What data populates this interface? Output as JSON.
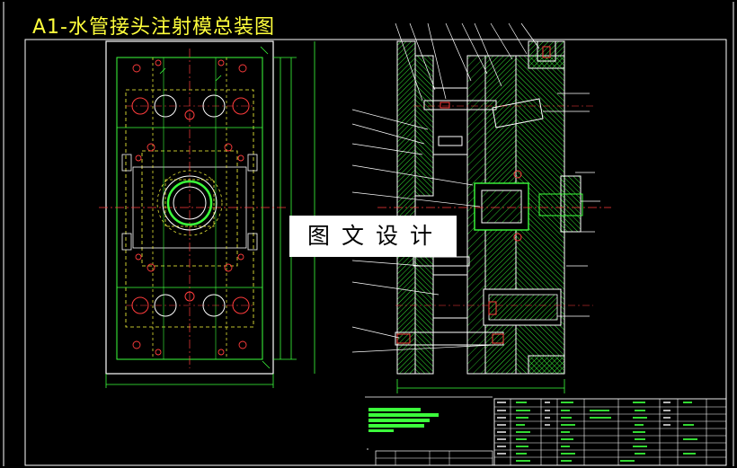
{
  "drawing": {
    "title": "A1-水管接头注射模总装图",
    "watermark": "图文设计"
  },
  "colors": {
    "background": "#000000",
    "title": "#ffff3c",
    "outline": "#ffffff",
    "part_lines": "#3cff3c",
    "hidden_lines": "#ffff3c",
    "center_lines": "#ff3c3c",
    "hatching": "#3cff3c",
    "dimensions": "#3cff3c",
    "leaders": "#ffffff",
    "fasteners": "#ff3c3c",
    "label_bars": "#3cff3c",
    "table_lines": "#ffffff"
  },
  "views": {
    "plan_view": "top-view-of-mold",
    "section_view": "assembly-cross-section"
  },
  "icons": {
    "label_block": "green-bar-block",
    "parts_list": "parts-list-table"
  }
}
